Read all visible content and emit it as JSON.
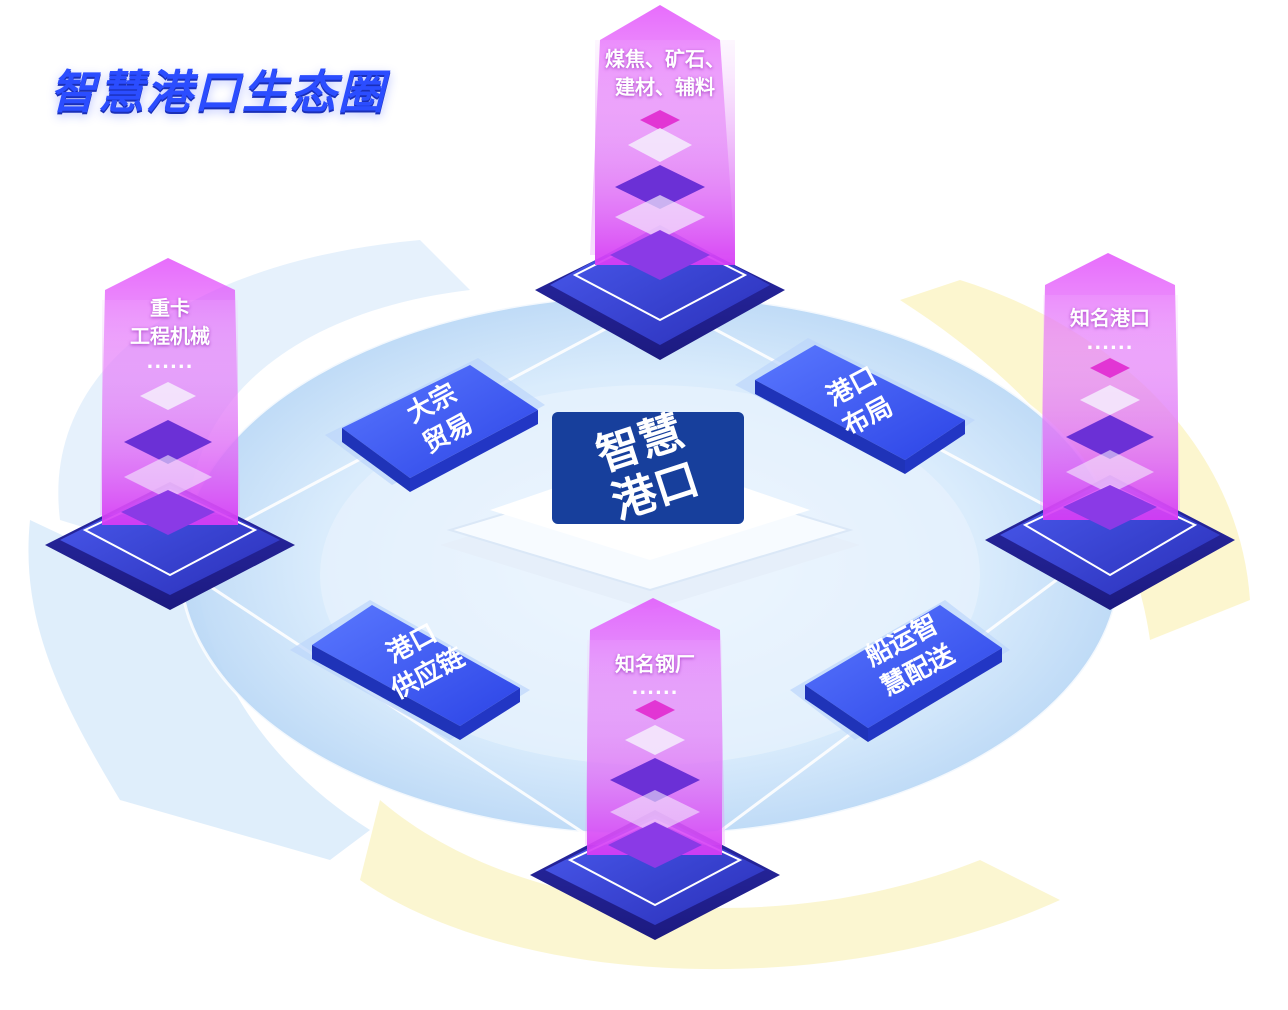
{
  "title": "智慧港口生态圈",
  "center": {
    "lines": [
      "智慧",
      "港口"
    ]
  },
  "towers": {
    "top": {
      "lines": [
        "煤焦、矿石、",
        "建材、辅料"
      ],
      "dots": ""
    },
    "left": {
      "lines": [
        "重卡",
        "工程机械"
      ],
      "dots": "......"
    },
    "right": {
      "lines": [
        "知名港口"
      ],
      "dots": "......"
    },
    "bottom": {
      "lines": [
        "知名钢厂"
      ],
      "dots": "......"
    }
  },
  "cards": {
    "trade": {
      "lines": [
        "大宗",
        "贸易"
      ]
    },
    "layout": {
      "lines": [
        "港口",
        "布局"
      ]
    },
    "supply": {
      "lines": [
        "港口",
        "供应链"
      ]
    },
    "shipping": {
      "lines": [
        "船运智",
        "慧配送"
      ]
    }
  },
  "colors": {
    "title": "#2b4dff",
    "platform_blue": "#2f3fd8",
    "platform_purple": "#6a2fe0",
    "beam_pink": "#e040fb",
    "card_blue": "#3352f0",
    "center_navy": "#173f9c",
    "ring_blue": "#cfe6fb",
    "ring_yellow": "#fdf6c8"
  },
  "icons": [
    "pink-diamond-icon",
    "purple-diamond-icon",
    "white-diamond-icon"
  ]
}
